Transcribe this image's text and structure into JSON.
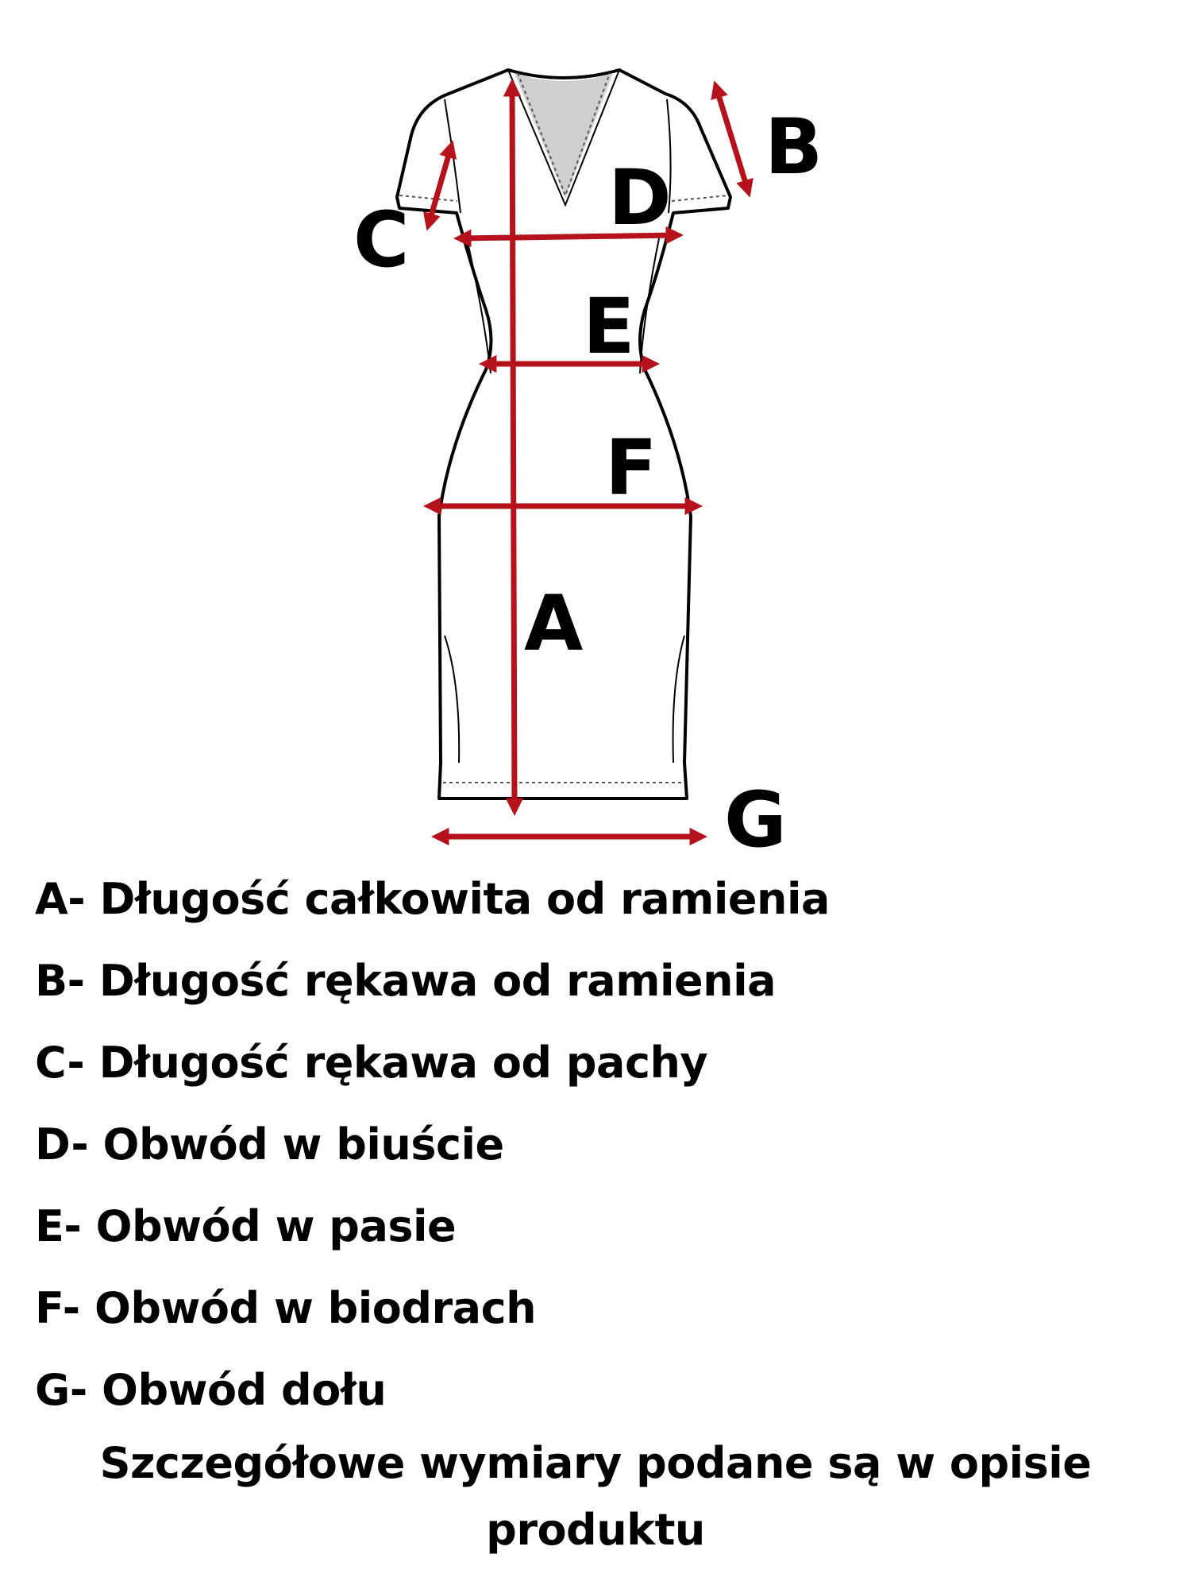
{
  "diagram": {
    "labels": {
      "a": "A",
      "b": "B",
      "c": "C",
      "d": "D",
      "e": "E",
      "f": "F",
      "g": "G"
    },
    "measure_color": "#b5121b"
  },
  "legend": {
    "items": [
      "A- Długość całkowita od ramienia",
      "B- Długość rękawa od ramienia",
      "C- Długość rękawa od pachy",
      "D- Obwód w biuście",
      "E- Obwód w pasie",
      "F- Obwód w biodrach",
      "G- Obwód dołu"
    ]
  },
  "footnote": "Szczegółowe wymiary podane są w opisie produktu"
}
